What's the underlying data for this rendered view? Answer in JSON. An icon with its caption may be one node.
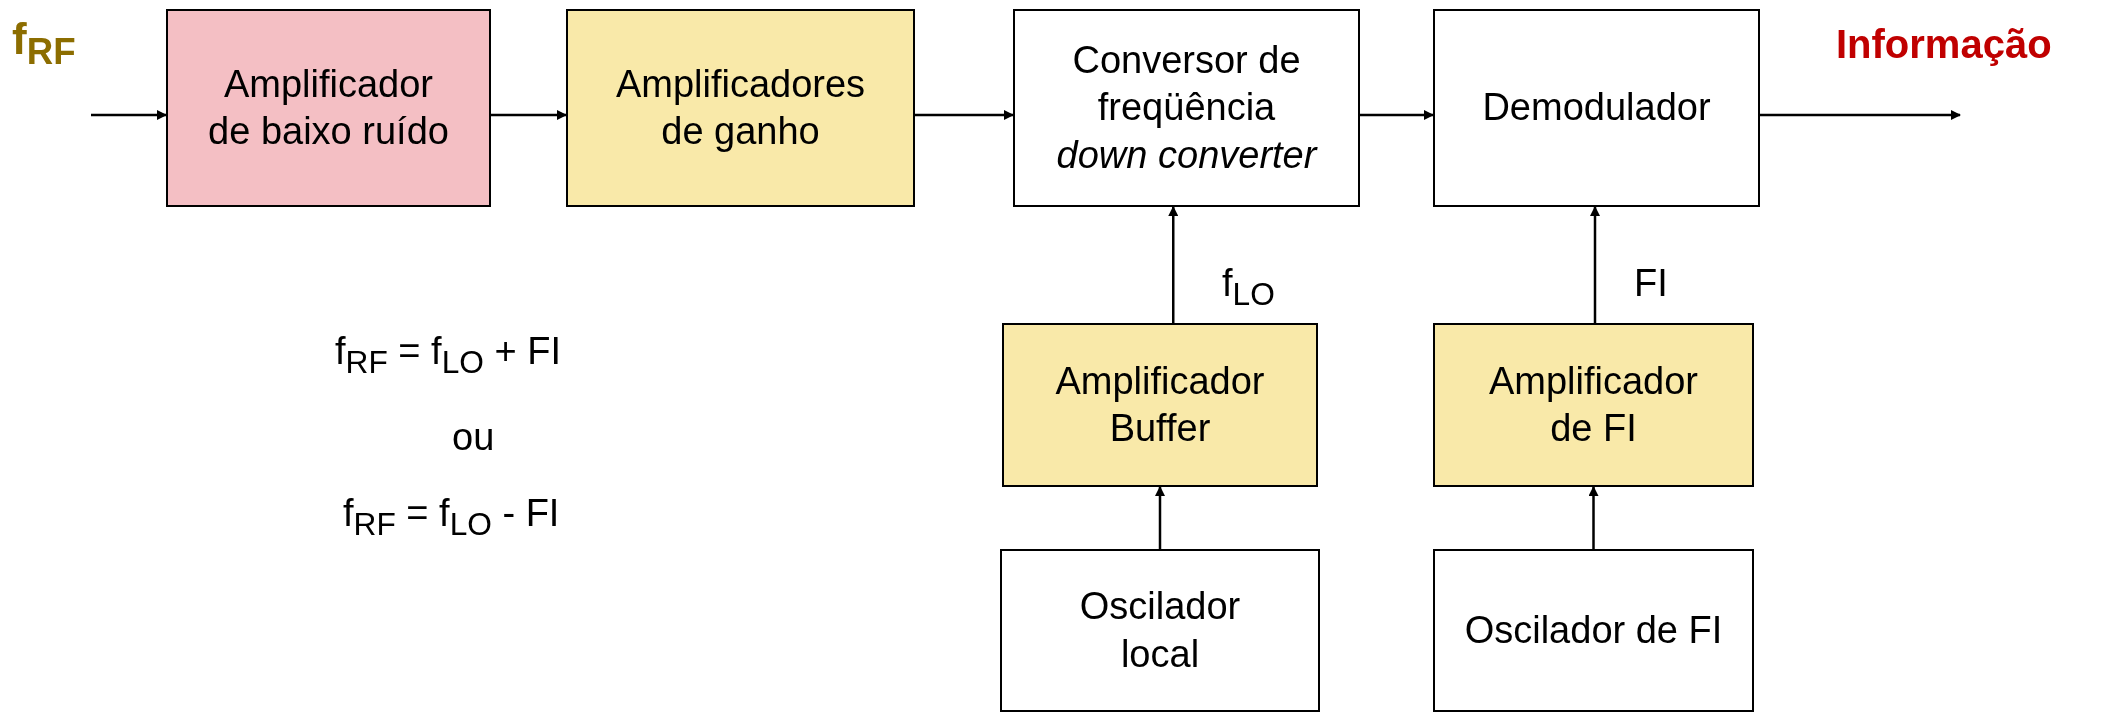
{
  "diagram": {
    "nodes": [
      {
        "text": [
          "Amplificador de baixo ruído"
        ]
      },
      {
        "text": [
          "Amplificadores de ganho"
        ]
      },
      {
        "text": [
          "Conversor de freqüência",
          "down converter"
        ]
      },
      {
        "text": [
          "Demodulador"
        ]
      },
      {
        "text": [
          "Amplificador Buffer"
        ]
      },
      {
        "text": [
          "Amplificador de FI"
        ]
      },
      {
        "text": [
          "Oscilador local"
        ]
      },
      {
        "text": [
          "Oscilador de FI"
        ]
      }
    ],
    "edges": [
      {
        "from": null,
        "to": 0,
        "arrow": "to"
      },
      {
        "from": 0,
        "to": 1,
        "arrow": "to"
      },
      {
        "from": 1,
        "to": 2,
        "arrow": "to"
      },
      {
        "from": 2,
        "to": 3,
        "arrow": "to"
      },
      {
        "from": 3,
        "to": null,
        "arrow": "to"
      },
      {
        "from": 4,
        "to": 2,
        "arrow": "to",
        "label": "f$_{LO}$"
      },
      {
        "from": 5,
        "to": 3,
        "arrow": "to",
        "label": "FI"
      },
      {
        "from": 6,
        "to": 4,
        "arrow": "to"
      },
      {
        "from": 7,
        "to": 5,
        "arrow": "to"
      }
    ],
    "labels": [
      "f$_{RF}$",
      "Informação",
      "f$_{RF}$ = f$_{LO}$ + FI",
      "ou",
      "f$_{RF}$ = f$_{LO}$ - FI"
    ]
  }
}
